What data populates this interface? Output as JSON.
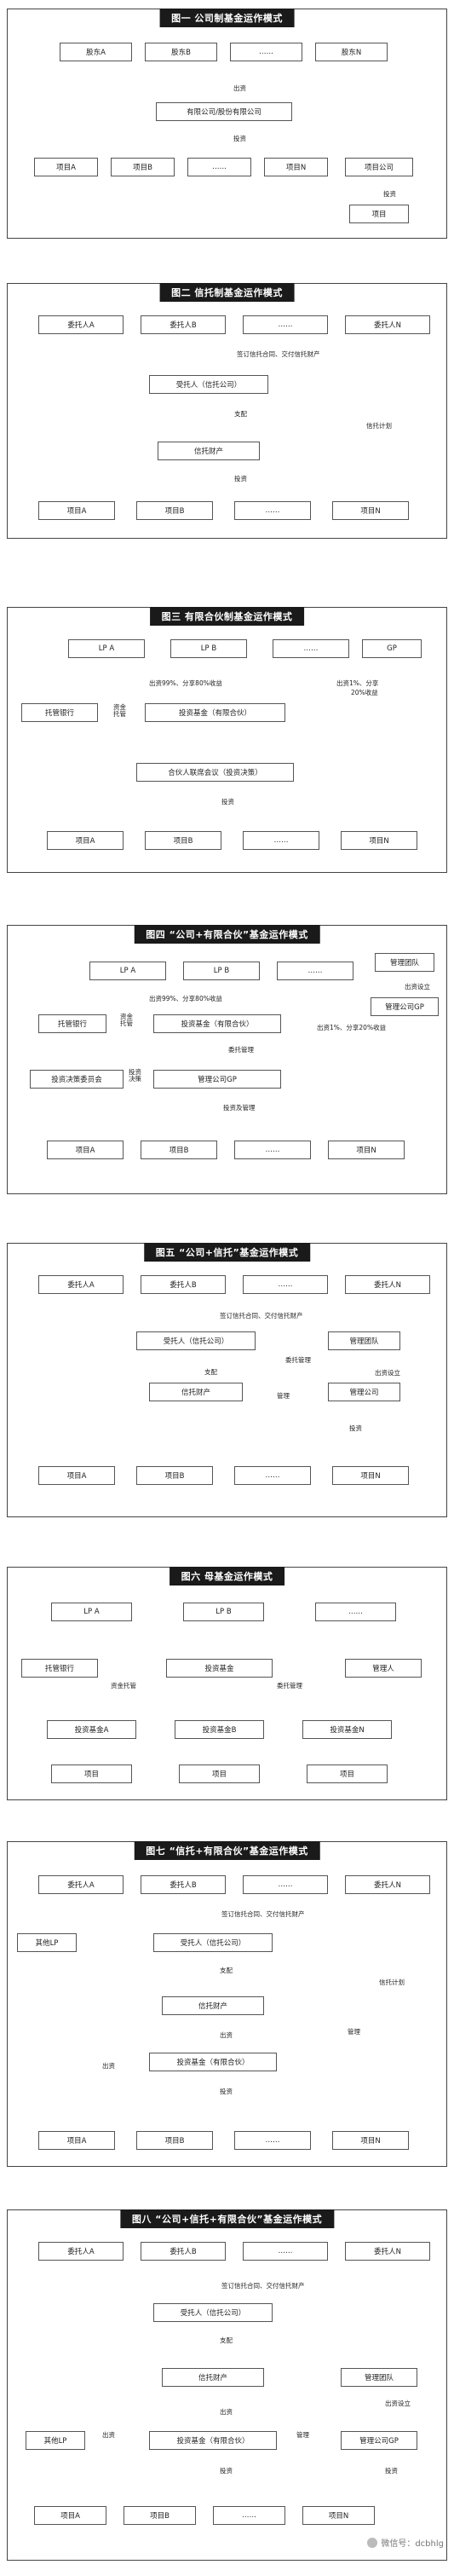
{
  "p1": {
    "title": "图一  公司制基金运作模式",
    "s1": "股东A",
    "s2": "股东B",
    "dots": "……",
    "sn": "股东N",
    "contribute": "出资",
    "company": "有限公司/股份有限公司",
    "invest": "投资",
    "pa": "项目A",
    "pb": "项目B",
    "pn": "项目N",
    "pcomp": "项目公司",
    "invest2": "投资",
    "proj": "项目"
  },
  "p2": {
    "title": "图二  信托制基金运作模式",
    "ca": "委托人A",
    "cb": "委托人B",
    "dots": "……",
    "cn": "委托人N",
    "sign": "签订信托合同、交付信托财产",
    "trustee": "受托人（信托公司）",
    "entrust": "支配",
    "plan": "信托计划",
    "property": "信托财产",
    "invest": "投资",
    "pa": "项目A",
    "pb": "项目B",
    "pn": "项目N"
  },
  "p3": {
    "title": "图三  有限合伙制基金运作模式",
    "lpa": "LP A",
    "lpb": "LP B",
    "dots": "……",
    "gp": "GP",
    "lpnote": "出资99%、分享80%收益",
    "gpnote1": "出资1%、分享",
    "gpnote2": "20%收益",
    "bank": "托管银行",
    "custody": "资金托管",
    "fund": "投资基金（有限合伙）",
    "meeting": "合伙人联席会议（投资决策）",
    "invest": "投资",
    "pa": "项目A",
    "pb": "项目B",
    "pn": "项目N"
  },
  "p4": {
    "title": "图四  “公司+有限合伙”基金运作模式",
    "lpa": "LP A",
    "lpb": "LP B",
    "dots": "……",
    "team": "管理团队",
    "setup": "出资设立",
    "gpco": "管理公司GP",
    "lpnote": "出资99%、分享80%收益",
    "gpnote": "出资1%、分享20%收益",
    "bank": "托管银行",
    "custody": "资金托管",
    "fund": "投资基金（有限合伙）",
    "manage": "委托管理",
    "committee": "投资决策委员会",
    "decide": "投资决策",
    "mgmt": "管理公司GP",
    "invest": "投资及管理",
    "pa": "项目A",
    "pb": "项目B",
    "pn": "项目N"
  },
  "p5": {
    "title": "图五  “公司+信托”基金运作模式",
    "ca": "委托人A",
    "cb": "委托人B",
    "dots": "……",
    "cn": "委托人N",
    "sign": "签订信托合同、交付信托财产",
    "trustee": "受托人（信托公司）",
    "team": "管理团队",
    "entrustmgr": "委托管理",
    "setup": "出资设立",
    "entrust": "支配",
    "mgr": "管理公司",
    "property": "信托财产",
    "manage": "管理",
    "invest": "投资",
    "pa": "项目A",
    "pb": "项目B",
    "pn": "项目N"
  },
  "p6": {
    "title": "图六  母基金运作模式",
    "lpa": "LP A",
    "lpb": "LP B",
    "dots": "……",
    "bank": "托管银行",
    "custody": "资金托管",
    "fof": "投资基金",
    "entrust": "委托管理",
    "mgr": "管理人",
    "fa": "投资基金A",
    "fb": "投资基金B",
    "fn": "投资基金N",
    "proj": "项目"
  },
  "p7": {
    "title": "图七  “信托+有限合伙”基金运作模式",
    "ca": "委托人A",
    "cb": "委托人B",
    "dots": "……",
    "cn": "委托人N",
    "sign": "签订信托合同、交付信托财产",
    "otherlp": "其他LP",
    "trustee": "受托人（信托公司）",
    "entrust": "支配",
    "plan": "信托计划",
    "property": "信托财产",
    "manage": "管理",
    "contribute": "出资",
    "fund": "投资基金（有限合伙）",
    "invest": "投资",
    "pa": "项目A",
    "pb": "项目B",
    "pn": "项目N"
  },
  "p8": {
    "title": "图八  “公司+信托+有限合伙”基金运作模式",
    "ca": "委托人A",
    "cb": "委托人B",
    "dots": "……",
    "cn": "委托人N",
    "sign": "签订信托合同、交付信托财产",
    "trustee": "受托人（信托公司）",
    "entrust": "支配",
    "property": "信托财产",
    "team": "管理团队",
    "setup": "出资设立",
    "otherlp": "其他LP",
    "contribute": "出资",
    "fund": "投资基金（有限合伙）",
    "manage": "管理",
    "gpco": "管理公司GP",
    "invest": "投资",
    "pa": "项目A",
    "pb": "项目B",
    "pn": "项目N"
  },
  "watermark": "微信号：dcbhlg"
}
